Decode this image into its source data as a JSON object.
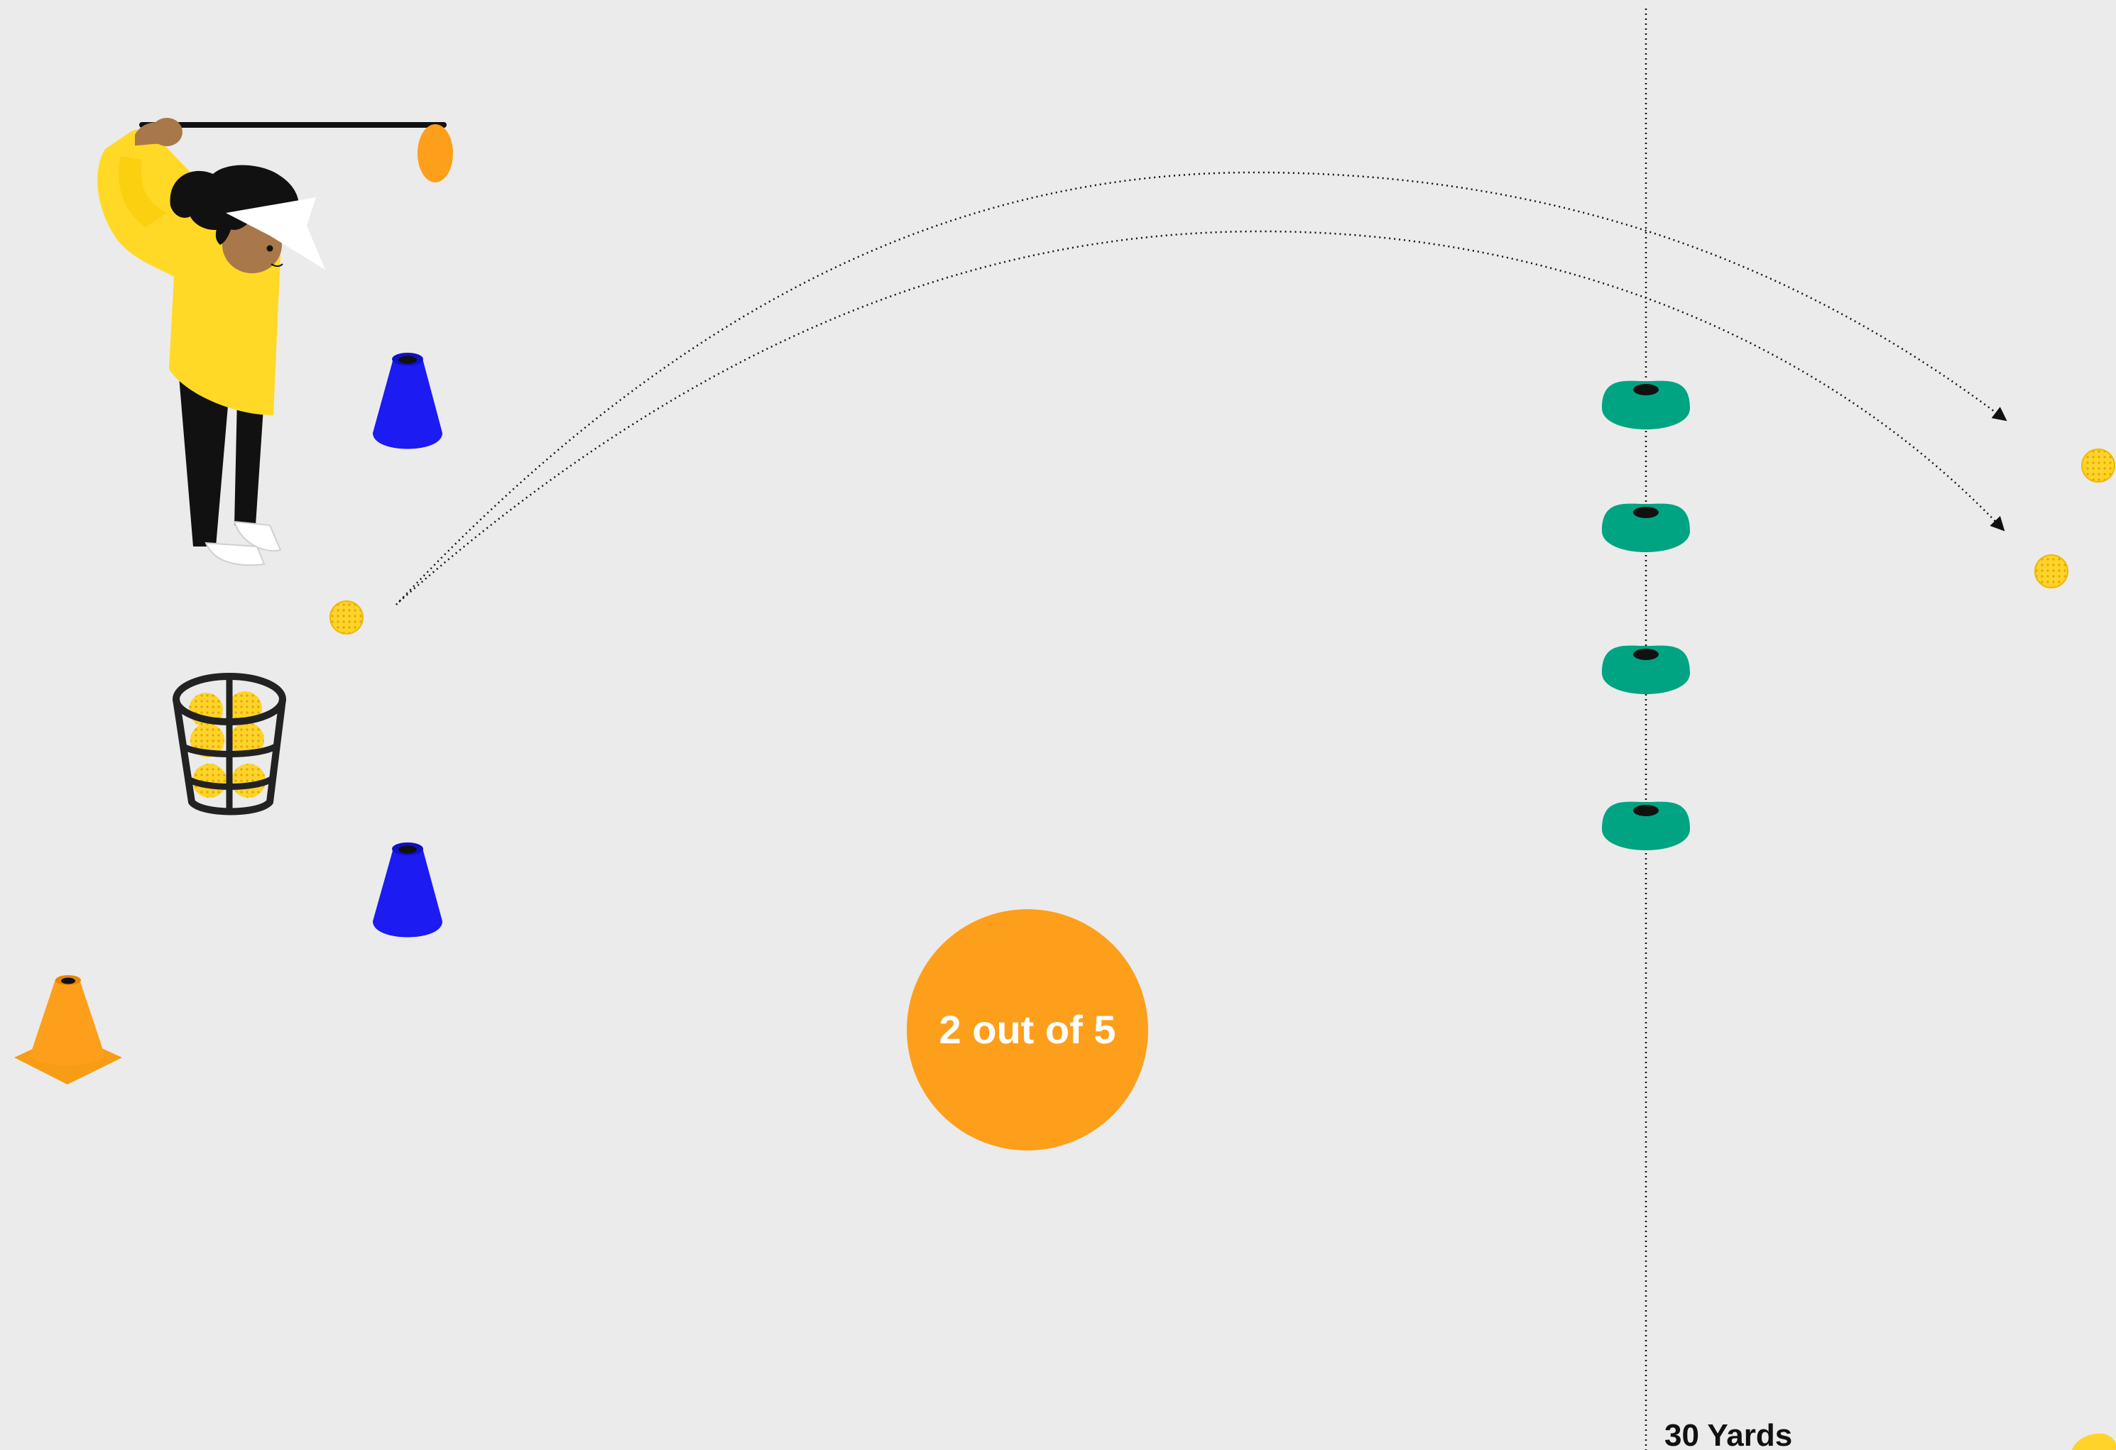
{
  "drill": {
    "score_badge": {
      "text": "2 out of 5",
      "color": "#fd9f1b",
      "text_color": "#ffffff"
    },
    "distance_marker": {
      "label": "30 Yards"
    }
  },
  "icons": {
    "golfer": "golfer-figure",
    "ball_basket": "ball-basket",
    "tall_cone": "blue-cone",
    "traffic_cone": "orange-traffic-cone",
    "disc_cone": "green-disc-cone",
    "ball": "golf-ball",
    "trajectory": "dotted-flight-path"
  },
  "colors": {
    "background": "#ebebeb",
    "blue_cone": "#1b1bf2",
    "green_cone": "#00a482",
    "orange": "#fd9f1b",
    "ball": "#ffd32a",
    "shirt": "#ffd925",
    "skin": "#a8784a",
    "line": "#111111"
  }
}
